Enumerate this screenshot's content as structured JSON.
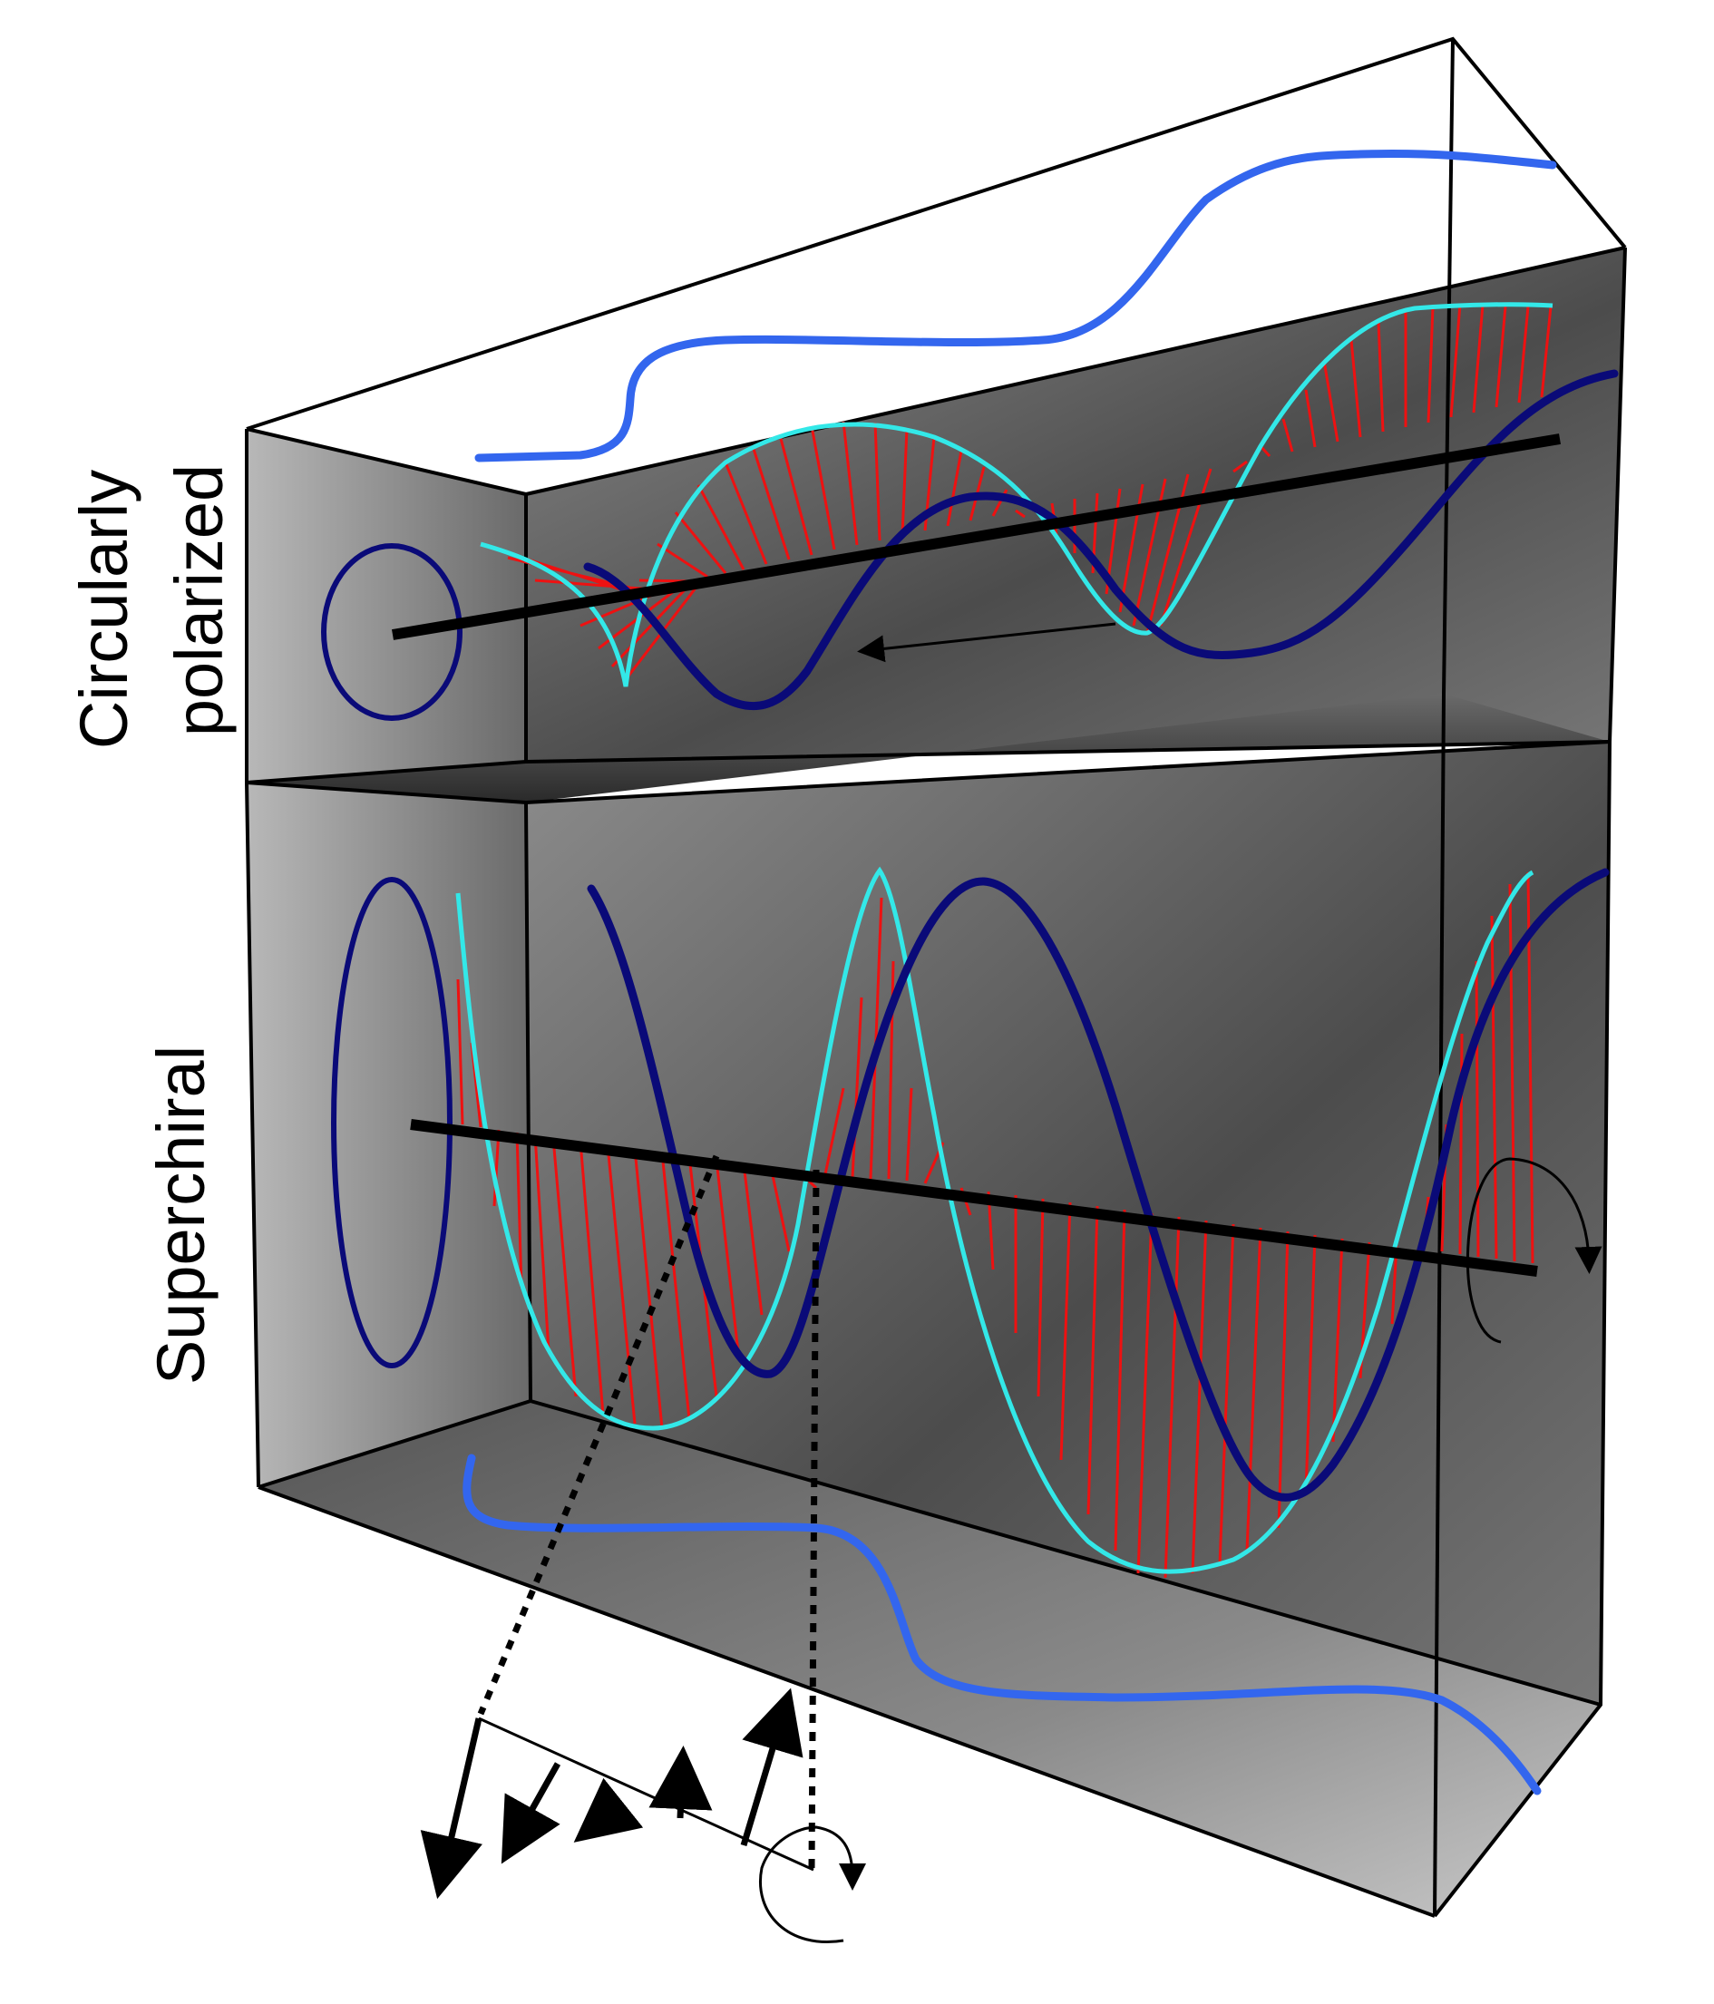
{
  "labels": {
    "top_line1": "Circularly",
    "top_line2": "polarized",
    "bottom": "Superchiral"
  },
  "colors": {
    "background": "#ffffff",
    "panel_gray": "#7a7a7a",
    "panel_dark": "#4a4a4a",
    "panel_light": "#b5b5b5",
    "frame": "#000000",
    "axis": "#000000",
    "dark_blue_wave": "#0a0a78",
    "projection_blue": "#3366ee",
    "cyan_wave": "#33e8e8",
    "red_field_vectors": "#ee1111"
  },
  "icons": [
    "rotation-arrow-icon",
    "rotation-arrow-icon",
    "arrow-icon"
  ]
}
